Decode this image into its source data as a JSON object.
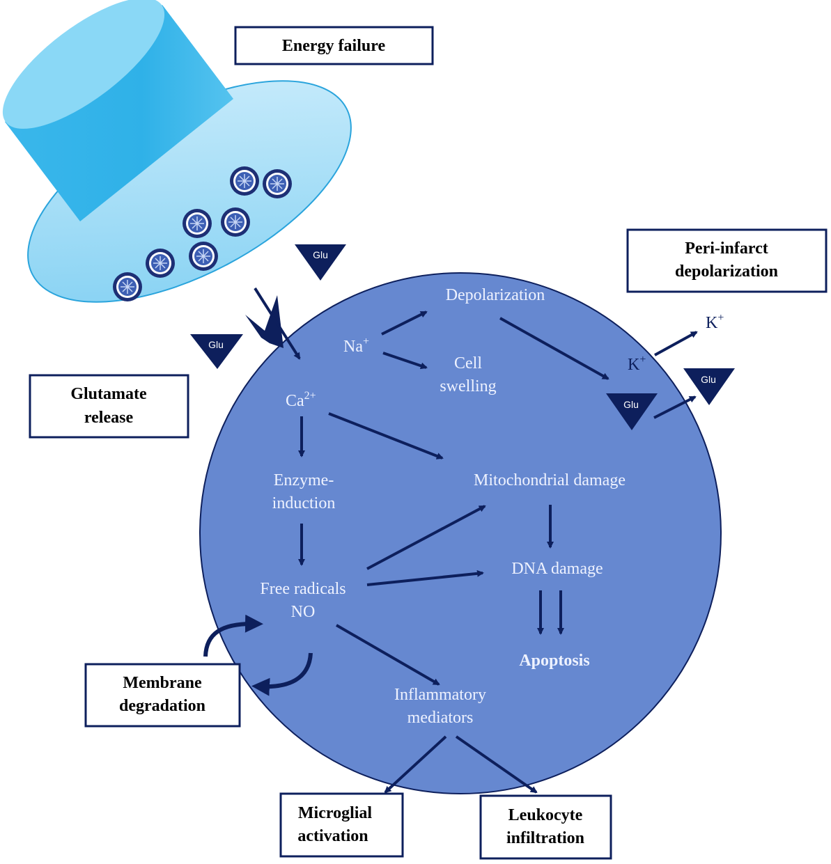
{
  "colors": {
    "cell": "#6688d0",
    "cell_border": "#0d1f5c",
    "presynapse": "#38b6ea",
    "arrow": "#0d1f5c",
    "glu_marker": "#0d1f5c"
  },
  "boxes": {
    "energy_failure": [
      "Energy failure"
    ],
    "peri_infarct": [
      "Peri-infarct",
      "depolarization"
    ],
    "glutamate_release": [
      "Glutamate",
      "release"
    ],
    "membrane_degradation": [
      "Membrane",
      "degradation"
    ],
    "microglial_activation": [
      "Microglial",
      "activation"
    ],
    "leukocyte_infiltration": [
      "Leukocyte",
      "infiltration"
    ]
  },
  "nodes": {
    "depolarization": "Depolarization",
    "na_base": "Na",
    "na_sup": "+",
    "cell_swelling": [
      "Cell",
      "swelling"
    ],
    "ca_base": "Ca",
    "ca_sup": "2+",
    "enzyme_induction": [
      "Enzyme-",
      "induction"
    ],
    "mitochondrial_damage": "Mitochondrial damage",
    "free_radicals": [
      "Free radicals",
      "NO"
    ],
    "dna_damage": "DNA damage",
    "apoptosis": "Apoptosis",
    "inflammatory_mediators": [
      "Inflammatory",
      "mediators"
    ],
    "k_base": "K",
    "k_sup": "+"
  },
  "glu_label": "Glu",
  "icons": [
    "vesicle-icon",
    "receptor-channel-icon",
    "arrow-icon"
  ]
}
